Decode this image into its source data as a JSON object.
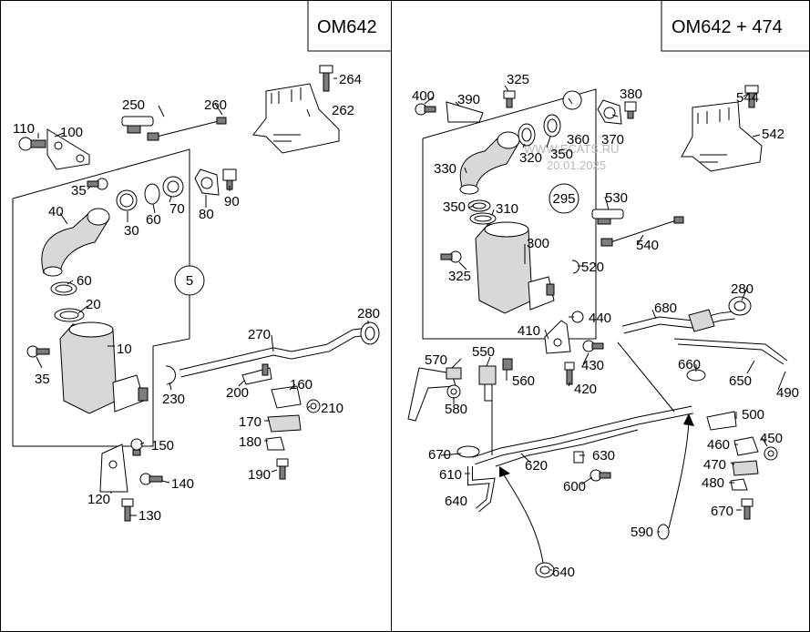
{
  "panels": {
    "left": {
      "title": "OM642"
    },
    "right": {
      "title": "OM642 + 474"
    }
  },
  "watermark": {
    "line1": "WWW.ECATS.RU",
    "line2": "20.01.2025"
  },
  "callouts": {
    "left": {
      "circle": "5"
    },
    "right": {
      "circle": "295"
    }
  },
  "labels_left": [
    "264",
    "250",
    "260",
    "262",
    "110",
    "100",
    "35",
    "40",
    "30",
    "60",
    "70",
    "80",
    "90",
    "60",
    "20",
    "10",
    "35",
    "230",
    "270",
    "280",
    "200",
    "160",
    "210",
    "170",
    "180",
    "190",
    "150",
    "140",
    "120",
    "130"
  ],
  "labels_right": [
    "325",
    "400",
    "390",
    "360",
    "380",
    "544",
    "370",
    "542",
    "320",
    "350",
    "330",
    "350",
    "310",
    "530",
    "540",
    "300",
    "325",
    "520",
    "440",
    "410",
    "430",
    "420",
    "280",
    "680",
    "570",
    "550",
    "560",
    "580",
    "670",
    "660",
    "650",
    "490",
    "500",
    "450",
    "460",
    "470",
    "480",
    "670",
    "590",
    "610",
    "620",
    "630",
    "600",
    "640",
    "640"
  ]
}
